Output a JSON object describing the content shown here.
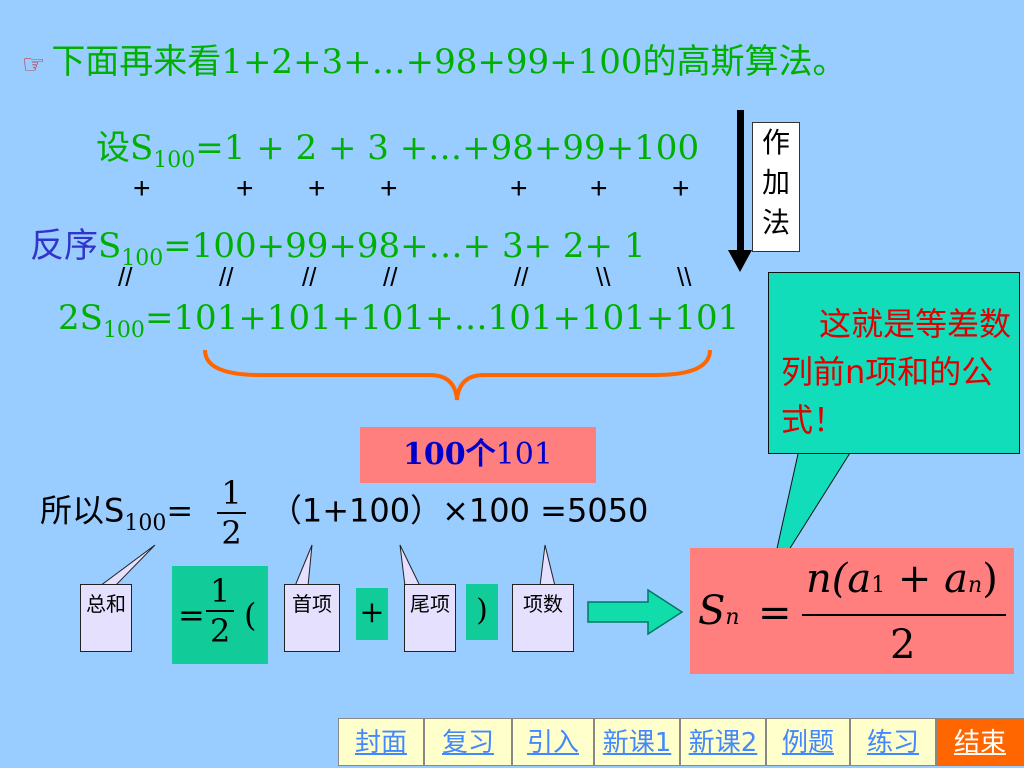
{
  "title": {
    "icon": "hand-pointer-icon",
    "text": "下面再来看1+2+3+…+98+99+100的高斯算法。"
  },
  "row1": {
    "prefix": "设",
    "S": "S",
    "sub": "100",
    "rest": "=1 + 2 + 3 +…+98+99+100"
  },
  "plus_signs": [
    "+",
    "+",
    "+",
    "+",
    "+",
    "+",
    "+"
  ],
  "row2": {
    "prefix": "反序",
    "S": "S",
    "sub": "100",
    "rest": "=100+99+98+…+  3+  2+  1"
  },
  "slashes": [
    "//",
    "//",
    "//",
    "//",
    "//",
    "\\\\",
    "\\\\"
  ],
  "row3": {
    "prefix": "2S",
    "sub": "100",
    "rest": "=101+101+101+…101+101+101"
  },
  "side_label": "作加法",
  "callout": "这就是等差数列前n项和的公式！",
  "pink_label": {
    "bold": "100个",
    "rest": "101"
  },
  "result": {
    "prefix": "所以S",
    "sub": "100",
    "eq": "=",
    "frac_n": "1",
    "frac_d": "2",
    "tail": "（1+100）×100 =5050"
  },
  "labels": {
    "total": "总和",
    "first": "首项",
    "last": "尾项",
    "count": "项数"
  },
  "mini": {
    "eq": "=",
    "n": "1",
    "d": "2",
    "open": "(",
    "plus": "+",
    "close": ")"
  },
  "formula": {
    "S": "S",
    "sub": "n",
    "eq": "=",
    "num": "n(a",
    "a1sub": "1",
    "plus": " + a",
    "ansub": "n",
    "close": ")",
    "den": "2"
  },
  "nav": [
    "封面",
    "复习",
    "引入",
    "新课1",
    "新课2",
    "例题",
    "练习",
    "结束"
  ],
  "colors": {
    "background": "#99CCFF",
    "green_text": "#00B000",
    "callout": "#11DDBB",
    "pink": "#FF7F7F",
    "nav_active": "#FF6600"
  }
}
